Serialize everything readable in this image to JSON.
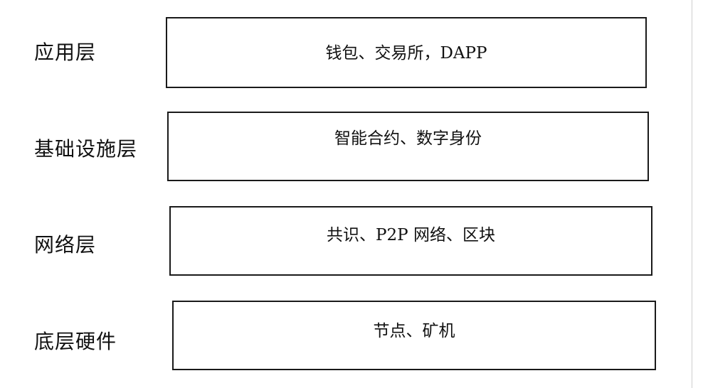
{
  "layers": [
    {
      "label": "应用层",
      "content": "钱包、交易所，DAPP"
    },
    {
      "label": "基础设施层",
      "content": "智能合约、数字身份"
    },
    {
      "label": "网络层",
      "content": "共识、P2P 网络、区块"
    },
    {
      "label": "底层硬件",
      "content": "节点、矿机"
    }
  ]
}
